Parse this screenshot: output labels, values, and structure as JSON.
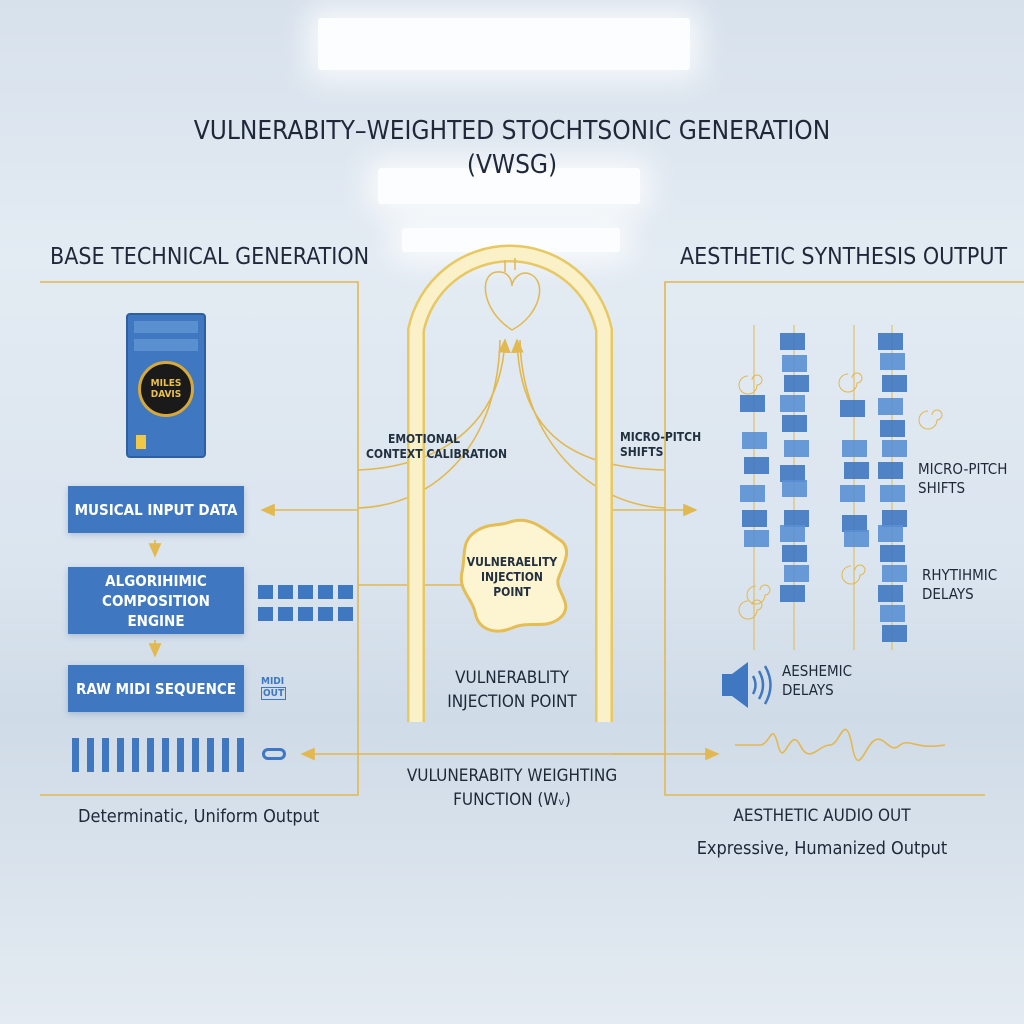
{
  "title": {
    "line1": "VULNERABITY–WEIGHTED STOCHTSONIC GENERATION",
    "line2": "(VWSG)"
  },
  "left": {
    "heading": "BASE TECHNICAL GENERATION",
    "badge": "MILES DAVIS",
    "boxes": [
      "MUSICAL INPUT DATA",
      "ALGORIHIMIC COMPOSITION ENGINE",
      "RAW MIDI SEQUENCE"
    ],
    "midi_line1": "MIDI",
    "midi_line2": "OUT",
    "caption": "Determinatic, Uniform Output"
  },
  "center": {
    "emotional_line1": "EMOTIONAL",
    "emotional_line2": "CONTEXT CALIBRATION",
    "micro_line1": "MICRO-PITCH",
    "micro_line2": "SHIFTS",
    "blob_line1": "VULNERAELITY",
    "blob_line2": "INJECTION",
    "blob_line3": "POINT",
    "injection_line1": "VULNERABLITY",
    "injection_line2": "INJECTION POINT",
    "function_line1": "VULUNERABITY WEIGHTING",
    "function_line2": "FUNCTION (Wᵥ)"
  },
  "right": {
    "heading": "AESTHETIC SYNTHESIS OUTPUT",
    "micro_line1": "MICRO-PITCH",
    "micro_line2": "SHIFTS",
    "rhythmic_line1": "RHYTIHMIC",
    "rhythmic_line2": "DELAYS",
    "aeshemic_line1": "AESHEMIC",
    "aeshemic_line2": "DELAYS",
    "audio_out": "AESTHETIC AUDIO OUT",
    "caption": "Expressive, Humanized Output"
  },
  "colors": {
    "blue": "#3f78c0",
    "gold": "#e2b850",
    "arch": "#f7eab0"
  }
}
